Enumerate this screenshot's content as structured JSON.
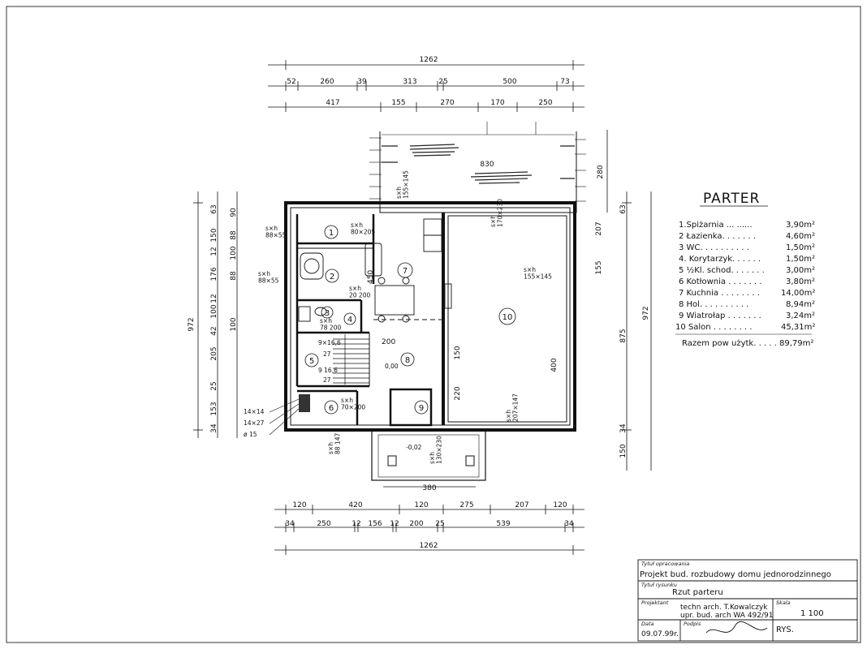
{
  "title": "PARTER",
  "rooms_legend": [
    {
      "label": "1.Spiżarnia  ...  ......",
      "area": "3,90m²"
    },
    {
      "label": "2 Łazienka. .  . . . . .",
      "area": "4,60m²"
    },
    {
      "label": "3 WC. . . . . . . . . .",
      "area": "1,50m²"
    },
    {
      "label": "4. Korytarzyk. . . . . .",
      "area": "1,50m²"
    },
    {
      "label": "5 ½Kl. schod. . . . . . .",
      "area": "3,00m²"
    },
    {
      "label": "6 Kotłownia . . . . . . .",
      "area": "3,80m²"
    },
    {
      "label": "7 Kuchnia . . . . . . . .",
      "area": "14,00m²"
    },
    {
      "label": "8 Hol. . . . . . . . . .",
      "area": "8,94m²"
    },
    {
      "label": "9 Wiatrołap . . . . . . .",
      "area": "3,24m²"
    },
    {
      "label": "10 Salon . . . . . . . .",
      "area": "45,31m²"
    }
  ],
  "total": {
    "label": "Razem pow użytk. . . . .",
    "area": "89,79m²"
  },
  "dims": {
    "top_total": "1262",
    "top_row1": [
      "52",
      "260",
      "39",
      "313",
      "25",
      "500",
      "73"
    ],
    "top_row2": [
      "417",
      "155",
      "270",
      "170",
      "250"
    ],
    "bottom_row1": [
      "120",
      "420",
      "120",
      "275",
      "207",
      "120"
    ],
    "bottom_row2": [
      "34",
      "250",
      "12",
      "156",
      "12",
      "200",
      "25",
      "539",
      "34"
    ],
    "bottom_total": "1262",
    "left_total": "972",
    "left_inner": [
      "63",
      "90",
      "150",
      "88",
      "12",
      "100",
      "176",
      "88",
      "12",
      "100",
      "42",
      "100",
      "205",
      "25",
      "153",
      "34"
    ],
    "right_total": "972",
    "right_inner": [
      "63",
      "207",
      "155",
      "875",
      "34",
      "150"
    ],
    "terrace": "830",
    "terrace_depth": "280",
    "porch": "380",
    "salon_h": "400",
    "hol_h": "220",
    "hol_150": "150",
    "hol_200": "200",
    "kitchen_450": "450",
    "level": "0,00",
    "porch_level": "-0,02"
  },
  "windows": [
    "s×h\n88×55",
    "s×h\n80×205",
    "s×h\n88×55",
    "s×h\n155×145",
    "s×h\n20 200",
    "s×h\n78 200",
    "s×h\n70×200",
    "s×h\n207×147",
    "s×h\n88 147",
    "s×h\n155×145",
    "s×h\n170×230",
    "s×h\n130×230"
  ],
  "stairs": [
    "9×16,6",
    "27",
    "9 16,6",
    "27"
  ],
  "chimney": [
    "14×14",
    "14×27",
    "ø 15"
  ],
  "room_numbers": [
    "1",
    "2",
    "3",
    "4",
    "5",
    "6",
    "7",
    "8",
    "9",
    "10"
  ],
  "title_block": {
    "label_title": "Tytuł opracowania",
    "project": "Projekt bud. rozbudowy domu jednorodzinnego",
    "label_drawing": "Tytuł rysunku",
    "drawing": "Rzut parteru",
    "label_designer": "Projektant",
    "designer_line1": "techn arch. T.Kowalczyk",
    "designer_line2": "upr. bud. arch WA 492/91",
    "label_scale": "Skala",
    "scale": "1 100",
    "label_date": "Data",
    "date": "09.07.99r.",
    "label_sign": "Podpis",
    "rys": "RYS."
  }
}
